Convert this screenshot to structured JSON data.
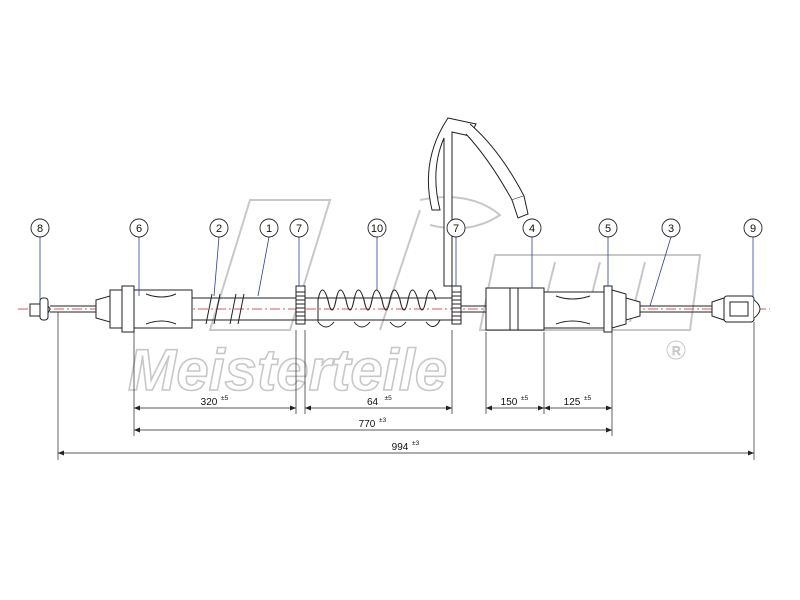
{
  "callouts": [
    {
      "label": "8"
    },
    {
      "label": "6"
    },
    {
      "label": "2"
    },
    {
      "label": "1"
    },
    {
      "label": "7"
    },
    {
      "label": "10"
    },
    {
      "label": "7"
    },
    {
      "label": "4"
    },
    {
      "label": "5"
    },
    {
      "label": "3"
    },
    {
      "label": "9"
    }
  ],
  "dimensions": [
    {
      "value": "320",
      "tol": "±5"
    },
    {
      "value": "64",
      "tol": "±5"
    },
    {
      "value": "150",
      "tol": "±5"
    },
    {
      "value": "125",
      "tol": "±5"
    },
    {
      "value": "770",
      "tol": "±3"
    },
    {
      "value": "994",
      "tol": "±3"
    }
  ],
  "watermark": {
    "text": "Meisterteile",
    "mark": "R"
  },
  "colors": {
    "line": "#222222",
    "callout_leader": "#2a3fa0",
    "centerline": "#cc2222",
    "watermark": "#c8c8c8"
  }
}
